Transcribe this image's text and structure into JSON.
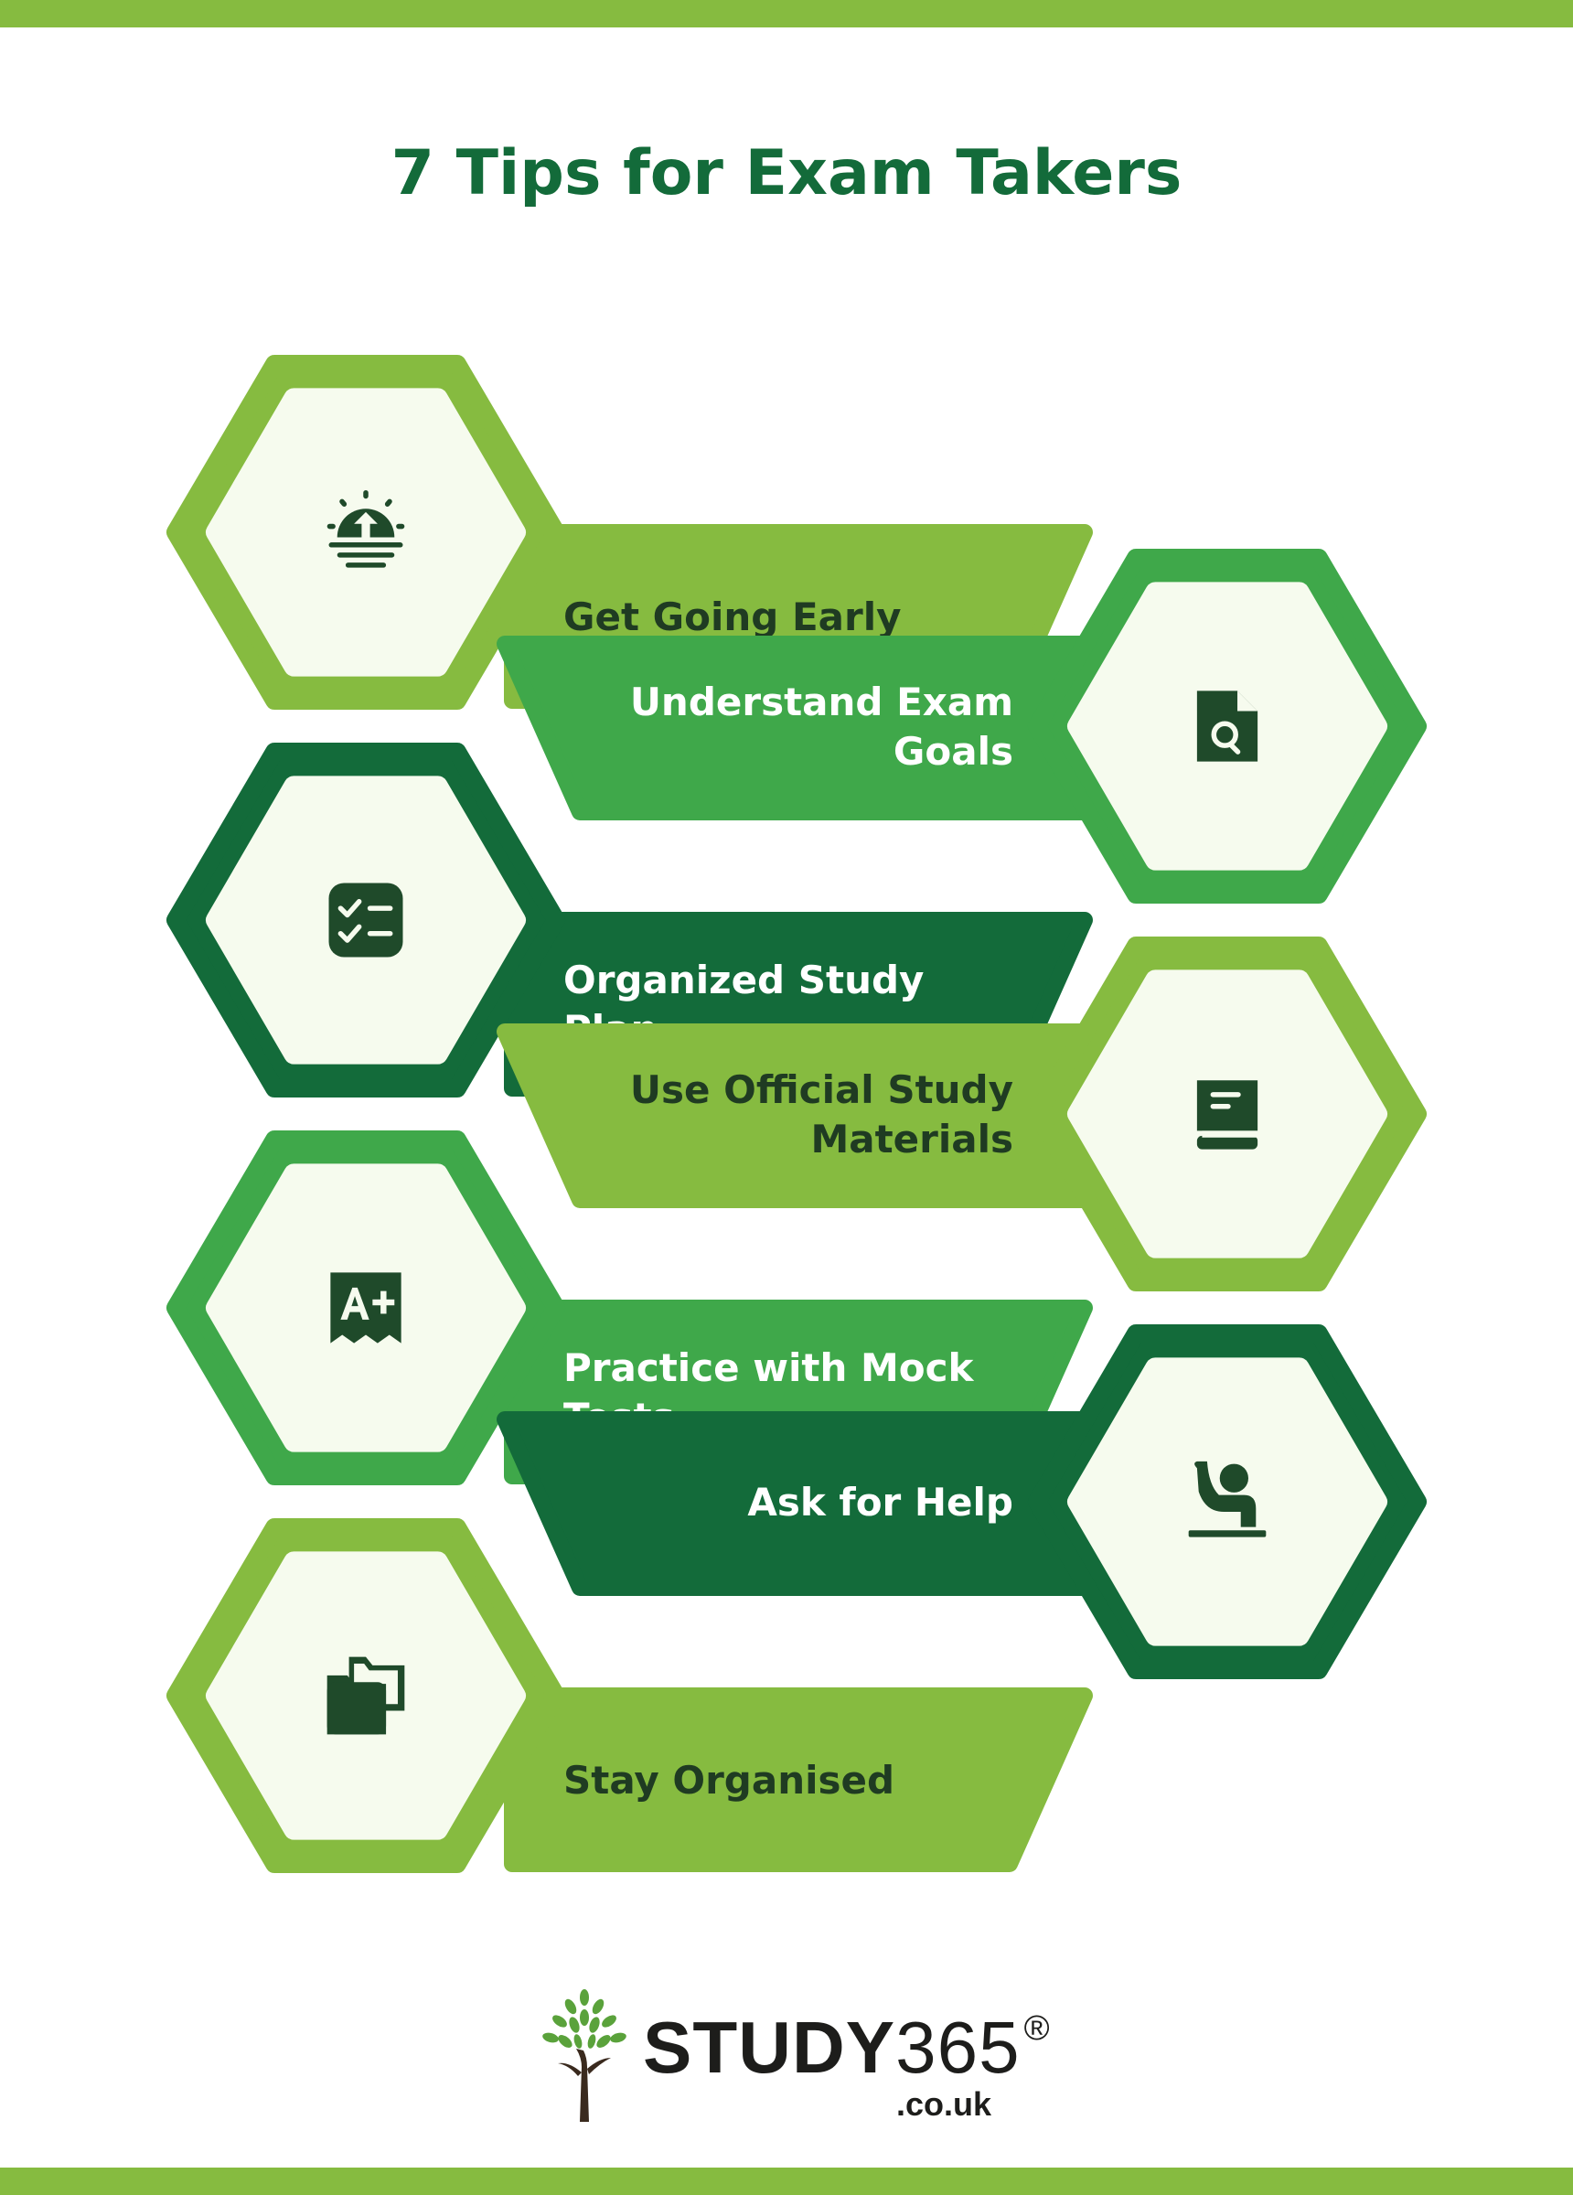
{
  "title": "7 Tips for Exam Takers",
  "colors": {
    "lime": "#86bb40",
    "mid_green": "#3fa84a",
    "dark_green": "#136b3a",
    "hex_fill": "#f6fbee",
    "icon": "#1f4a2a",
    "text_dark": "#1f3b22",
    "text_light": "#ffffff",
    "bar": "#86bb40"
  },
  "tips": [
    {
      "label": [
        "Get Going Early"
      ],
      "icon": "sunrise-icon",
      "color": "lime",
      "text": "dark"
    },
    {
      "label": [
        "Understand Exam",
        "Goals"
      ],
      "icon": "document-search-icon",
      "color": "mid_green",
      "text": "light"
    },
    {
      "label": [
        "Organized Study",
        "Plan"
      ],
      "icon": "checklist-icon",
      "color": "dark_green",
      "text": "light"
    },
    {
      "label": [
        "Use Official Study",
        "Materials"
      ],
      "icon": "book-icon",
      "color": "lime",
      "text": "dark"
    },
    {
      "label": [
        "Practice with Mock",
        "Tests"
      ],
      "icon": "grade-a-plus-icon",
      "color": "mid_green",
      "text": "light"
    },
    {
      "label": [
        "Ask for Help"
      ],
      "icon": "raised-hand-icon",
      "color": "dark_green",
      "text": "light"
    },
    {
      "label": [
        "Stay Organised"
      ],
      "icon": "folders-icon",
      "color": "lime",
      "text": "dark"
    }
  ],
  "footer": {
    "brand_bold": "STUDY",
    "brand_light": "365",
    "registered": "®",
    "domain": ".co.uk",
    "logo_icon": "tree-icon"
  }
}
